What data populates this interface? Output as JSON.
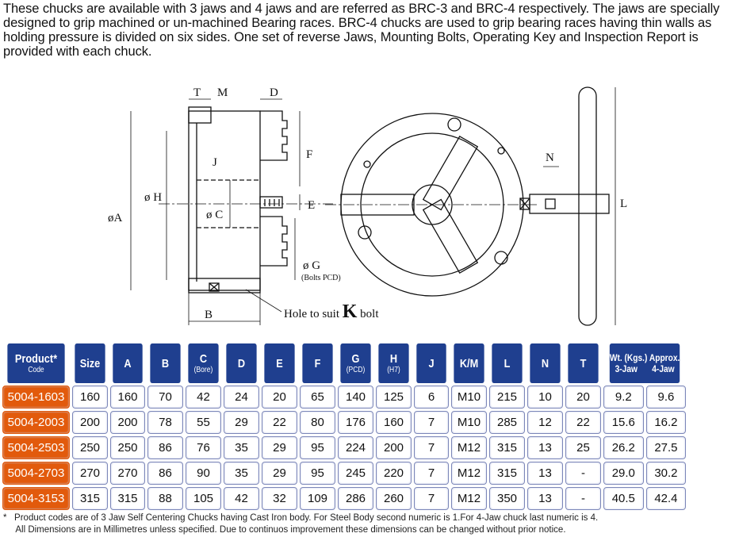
{
  "intro": "These chucks are available with 3 jaws and 4 jaws and are referred as BRC-3 and BRC-4 respectively. The jaws are specially designed to grip machined or un-machined Bearing races. BRC-4 chucks are used to grip bearing races having thin walls as holding pressure is divided on six sides. One set of reverse Jaws, Mounting Bolts, Operating Key and Inspection Report is provided with each chuck.",
  "diagram": {
    "T": "T",
    "M": "M",
    "D": "D",
    "F": "F",
    "J": "J",
    "H": "ø H",
    "A": "øA",
    "C": "ø C",
    "E": "E",
    "G": "ø G",
    "G_note": "(Bolts PCD)",
    "B": "B",
    "hole_prefix": "Hole to suit",
    "hole_k": "K",
    "hole_suffix": "bolt",
    "N": "N",
    "L": "L"
  },
  "table": {
    "headers": [
      {
        "t": "Product*",
        "s": "Code"
      },
      {
        "t": "Size"
      },
      {
        "t": "A"
      },
      {
        "t": "B"
      },
      {
        "t": "C",
        "s": "(Bore)"
      },
      {
        "t": "D"
      },
      {
        "t": "E"
      },
      {
        "t": "F"
      },
      {
        "t": "G",
        "s": "(PCD)"
      },
      {
        "t": "H",
        "s": "(H7)"
      },
      {
        "t": "J"
      },
      {
        "t": "K/M"
      },
      {
        "t": "L"
      },
      {
        "t": "N"
      },
      {
        "t": "T"
      }
    ],
    "wt_header": "Wt. (Kgs.) Approx.",
    "wt_3": "3-Jaw",
    "wt_4": "4-Jaw",
    "rows": [
      [
        "5004-1603",
        "160",
        "160",
        "70",
        "42",
        "24",
        "20",
        "65",
        "140",
        "125",
        "6",
        "M10",
        "215",
        "10",
        "20",
        "9.2",
        "9.6"
      ],
      [
        "5004-2003",
        "200",
        "200",
        "78",
        "55",
        "29",
        "22",
        "80",
        "176",
        "160",
        "7",
        "M10",
        "285",
        "12",
        "22",
        "15.6",
        "16.2"
      ],
      [
        "5004-2503",
        "250",
        "250",
        "86",
        "76",
        "35",
        "29",
        "95",
        "224",
        "200",
        "7",
        "M12",
        "315",
        "13",
        "25",
        "26.2",
        "27.5"
      ],
      [
        "5004-2703",
        "270",
        "270",
        "86",
        "90",
        "35",
        "29",
        "95",
        "245",
        "220",
        "7",
        "M12",
        "315",
        "13",
        "-",
        "29.0",
        "30.2"
      ],
      [
        "5004-3153",
        "315",
        "315",
        "88",
        "105",
        "42",
        "32",
        "109",
        "286",
        "260",
        "7",
        "M12",
        "350",
        "13",
        "-",
        "40.5",
        "42.4"
      ]
    ]
  },
  "notes": [
    "*   Product codes are of 3 Jaw Self Centering Chucks having Cast Iron body. For Steel Body second numeric is 1.For 4-Jaw chuck last numeric is 4.",
    "     All Dimensions are in Millimetres unless specified. Due to continuos improvement these dimensions can be changed without prior notice."
  ],
  "colors": {
    "header": "#1f3f8f",
    "code": "#e25a0c"
  }
}
